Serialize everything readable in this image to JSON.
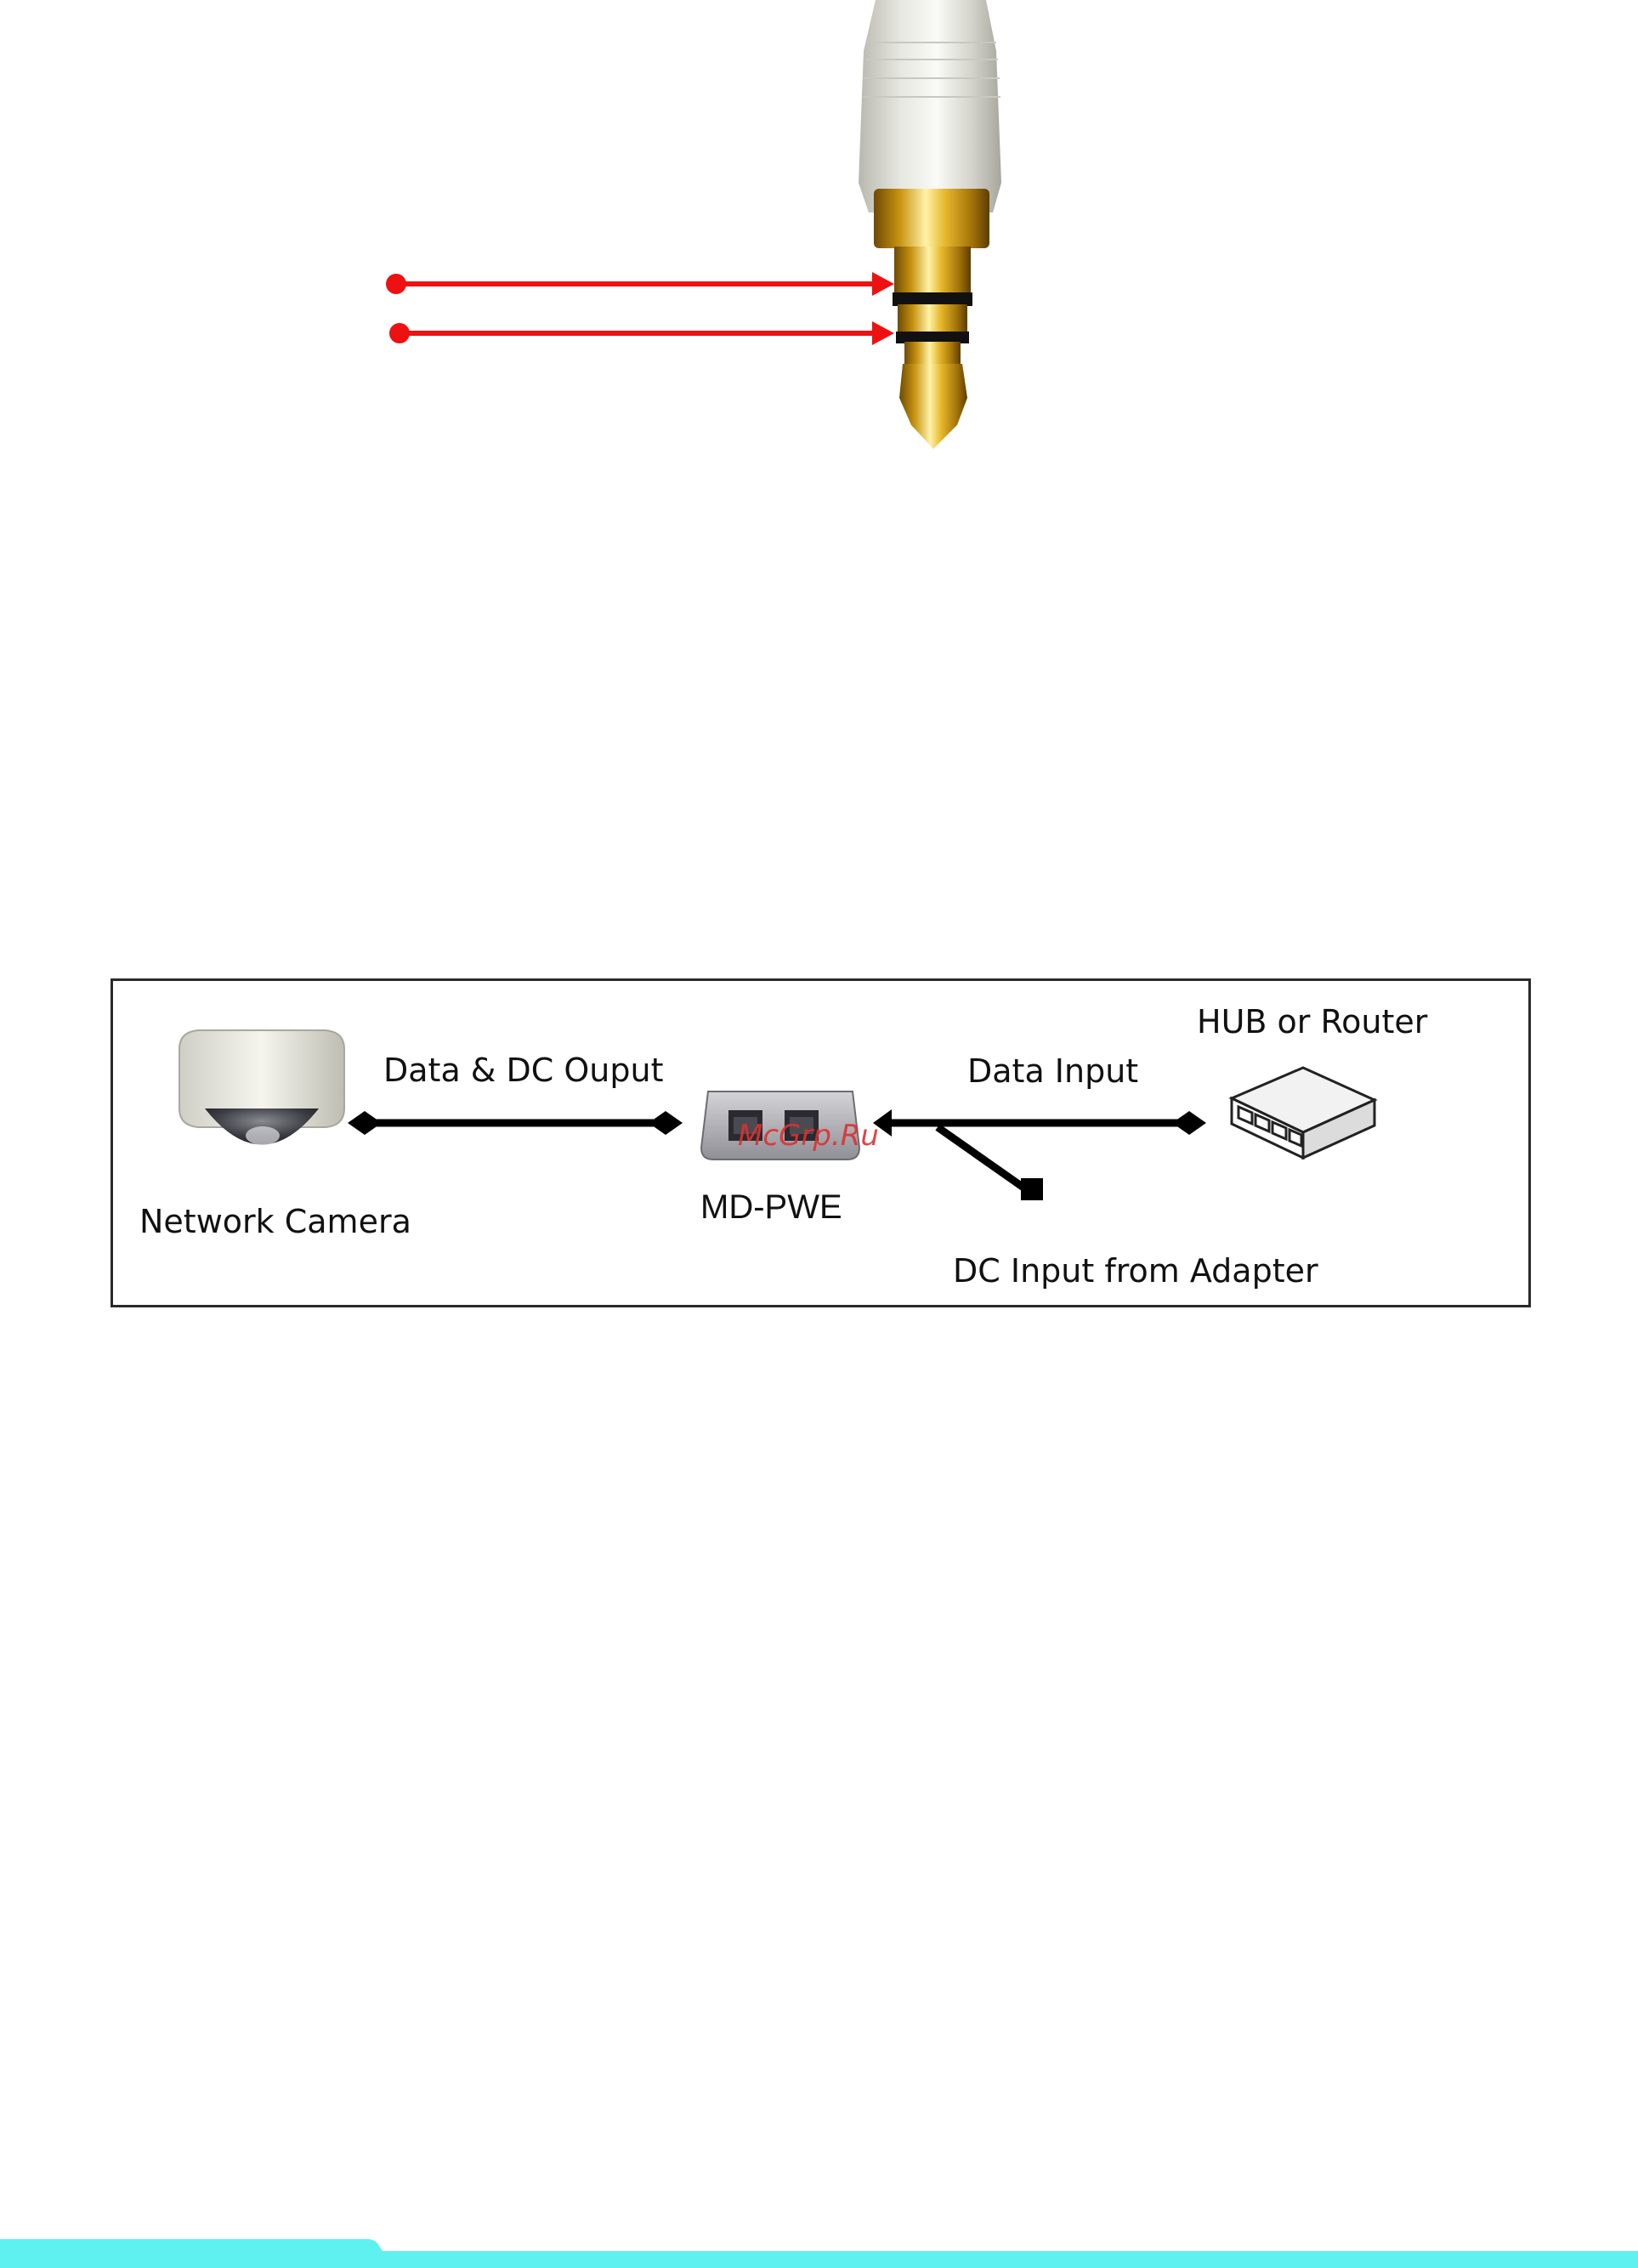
{
  "diagram": {
    "labels": {
      "camera": "Network Camera",
      "data_dc_output": "Data & DC Ouput",
      "device": "MD-PWE",
      "data_input": "Data Input",
      "hub": "HUB or Router",
      "dc_input": "DC Input from Adapter"
    },
    "watermark": "McGrp.Ru"
  },
  "colors": {
    "arrow_red": "#ee1111",
    "line_black": "#000000",
    "footer_cyan": "#5ff0f0",
    "plug_gold": "#d4a017"
  },
  "icons": [
    "audio-plug-photo",
    "dome-camera-icon",
    "poe-injector-icon",
    "network-hub-icon"
  ]
}
